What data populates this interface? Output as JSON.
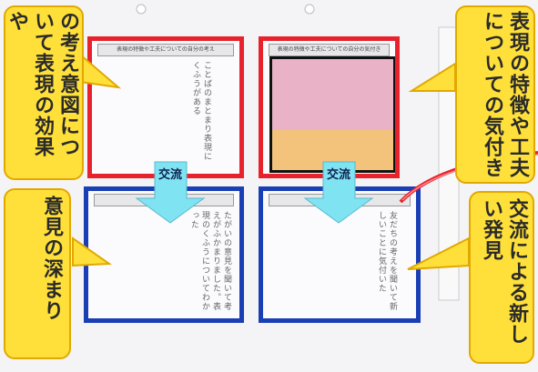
{
  "callouts": {
    "top_left": "の考え意図について表現の効果や",
    "top_right": "表現の特徴や工夫についての気付き",
    "bottom_left": "意見の深まり",
    "bottom_right": "交流による新しい発見"
  },
  "arrows": {
    "left_label": "交流",
    "right_label": "交流"
  },
  "worksheet": {
    "header_left": "表現の特徴や工夫についての自分の考え",
    "header_right": "表現の特徴や工夫についての自分の気付き"
  },
  "colors": {
    "red": "#e8222d",
    "blue": "#1a3fb5",
    "yellow": "#ffe03a",
    "cyan": "#7fe3f2",
    "pink": "#e9b2c6",
    "orange": "#f3c27b"
  }
}
